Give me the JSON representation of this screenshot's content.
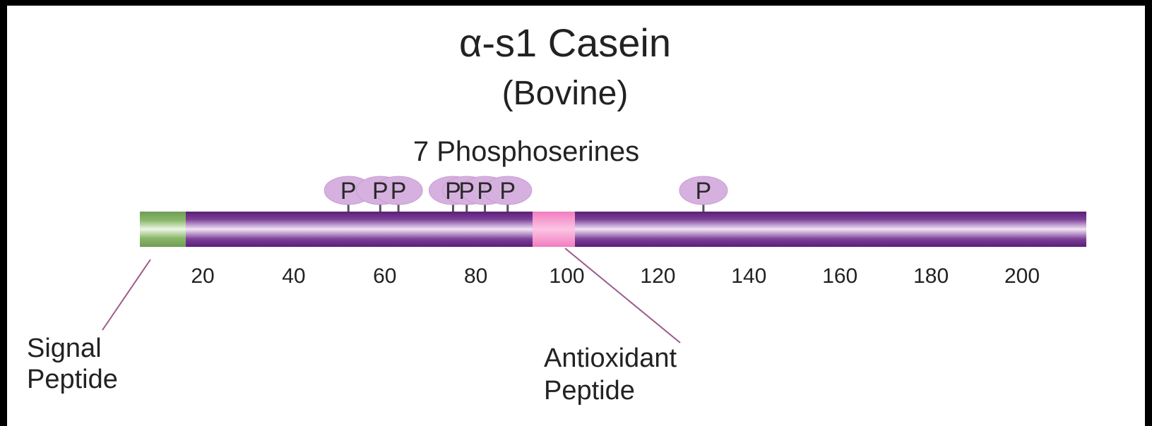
{
  "diagram": {
    "title": "α-s1 Casein",
    "subtitle": "(Bovine)",
    "phospho_label": "7 Phosphoserines",
    "phospho_sites": [
      {
        "position": 52,
        "label": "P"
      },
      {
        "position": 59,
        "label": "P"
      },
      {
        "position": 63,
        "label": "P"
      },
      {
        "position": 75,
        "label": "P"
      },
      {
        "position": 78,
        "label": "P"
      },
      {
        "position": 82,
        "label": "P"
      },
      {
        "position": 87,
        "label": "P"
      },
      {
        "position": 130,
        "label": "P"
      }
    ],
    "axis_ticks": [
      "20",
      "40",
      "60",
      "80",
      "100",
      "120",
      "140",
      "160",
      "180",
      "200"
    ],
    "signal_peptide_label": [
      "Signal",
      "Peptide"
    ],
    "antioxidant_peptide_label": [
      "Antioxidant",
      "Peptide"
    ],
    "colors": {
      "chain": "#6b2d8a",
      "chain_highlight": "#f1e4f6",
      "signal_peptide": "#8ab86a",
      "antioxidant_peptide": "#f58bc8",
      "phospho_bubble": "#d6b1df"
    }
  }
}
